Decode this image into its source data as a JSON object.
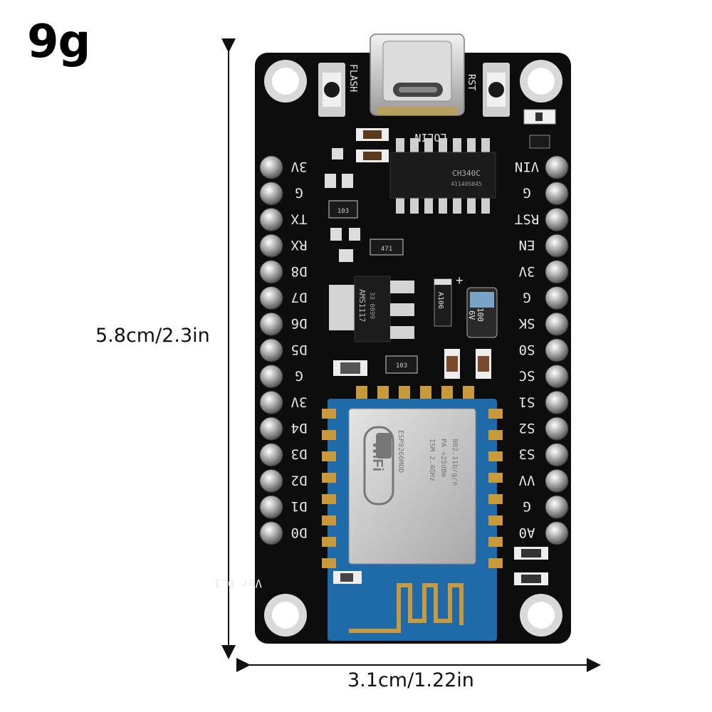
{
  "weight_label": "9g",
  "height_label": "5.8cm/2.3in",
  "width_label": "3.1cm/1.22in",
  "board": {
    "left_pins": [
      "3V",
      "G",
      "TX",
      "RX",
      "D8",
      "D7",
      "D6",
      "D5",
      "G",
      "3V",
      "D4",
      "D3",
      "D2",
      "D1",
      "D0"
    ],
    "right_pins": [
      "VIN",
      "G",
      "RST",
      "EN",
      "3V",
      "G",
      "SK",
      "S0",
      "SC",
      "S1",
      "S2",
      "S3",
      "VV",
      "G",
      "A0"
    ],
    "flash_label": "FLASH",
    "rst_label": "RST",
    "brand": "LOLIN",
    "chip_label": "CH340C",
    "chip_code": "41140S045",
    "regulator_label": "AMS1117",
    "regulator_sub": "33 0899",
    "cap_label": "100",
    "cap_voltage": "6V",
    "diode_label": "A106",
    "res_103": "103",
    "res_471": "471",
    "version": "Ver 0.1",
    "module": {
      "wifi_logo": "WiFi",
      "model": "ESP8266MOD",
      "specs": [
        "ISM   2.4GHz",
        "PA  +25dBm",
        "802.11b/g/n"
      ]
    }
  },
  "colors": {
    "pcb": "#0d0d0d",
    "silkscreen": "#e8e8e8",
    "antenna": "#1f6aa8",
    "shield": "#c9c9c9",
    "gold": "#c99a3c"
  }
}
